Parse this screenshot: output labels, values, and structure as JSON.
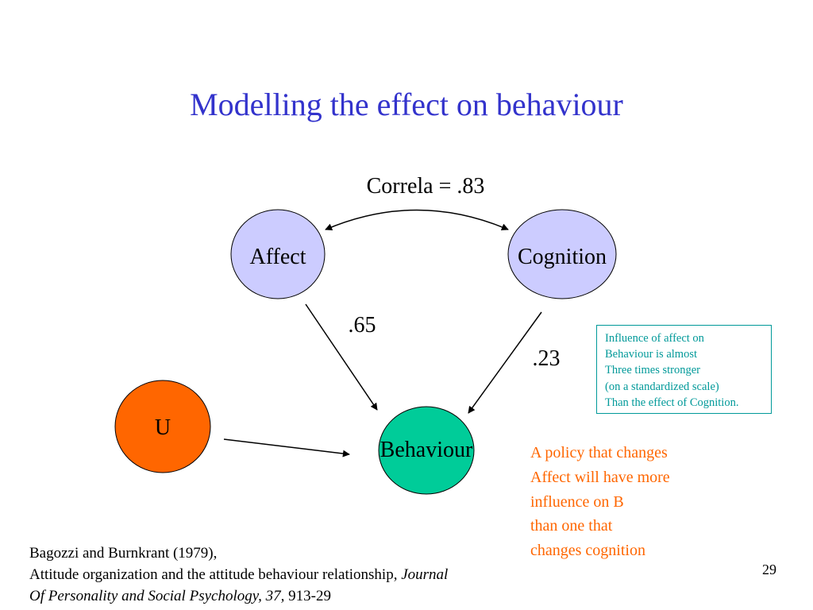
{
  "title": "Modelling the effect on behaviour",
  "diagram": {
    "correlation_label": "Correla = .83",
    "nodes": {
      "affect": {
        "label": "Affect",
        "fill": "#ccccff"
      },
      "cognition": {
        "label": "Cognition",
        "fill": "#ccccff"
      },
      "u": {
        "label": "U",
        "fill": "#ff6600"
      },
      "behaviour": {
        "label": "Behaviour",
        "fill": "#00cc99"
      }
    },
    "path_labels": {
      "affect_to_behaviour": ".65",
      "cognition_to_behaviour": ".23"
    }
  },
  "note_box": {
    "lines": [
      "Influence of affect on",
      "Behaviour is almost",
      "Three times stronger",
      "(on a standardized scale)",
      "Than the effect of Cognition."
    ],
    "color": "#009999"
  },
  "policy_note": {
    "lines": [
      "A policy that changes",
      "Affect will have more",
      "influence on B",
      "than one that",
      "changes cognition"
    ],
    "color": "#ff6600"
  },
  "citation": {
    "line1": "Bagozzi and Burnkrant (1979),",
    "line2_plain": "Attitude organization and the attitude behaviour relationship, ",
    "line2_italic": "Journal",
    "line3_italic": "Of Personality and Social Psychology, 37,",
    "line3_plain": " 913-29"
  },
  "slide_number": "29",
  "colors": {
    "title": "#3333cc",
    "arrow": "#000000"
  }
}
